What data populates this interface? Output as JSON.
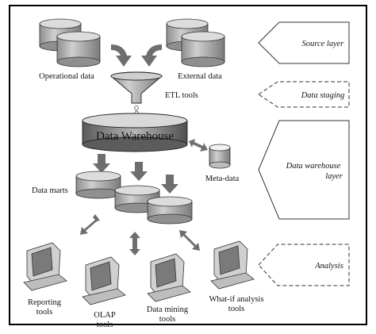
{
  "diagram": {
    "nodes": {
      "operational_data": "Operational data",
      "external_data": "External data",
      "etl_tools": "ETL tools",
      "data_warehouse": "Data Warehouse",
      "meta_data": "Meta-data",
      "data_marts": "Data marts"
    },
    "tools": {
      "reporting": [
        "Reporting",
        "tools"
      ],
      "olap": [
        "OLAP",
        "tools"
      ],
      "data_mining": [
        "Data mining",
        "tools"
      ],
      "what_if": [
        "What-if analysis",
        "tools"
      ]
    },
    "layers": {
      "source": "Source layer",
      "staging": "Data staging",
      "warehouse": [
        "Data warehouse",
        "layer"
      ],
      "analysis": "Analysis"
    }
  },
  "colors": {
    "frame": "#000000",
    "cylinder_top": "#d9d9d9",
    "cylinder_body": "#a6a6a6",
    "arrow": "#6e6e6e",
    "monitor": "#8c8c8c"
  }
}
